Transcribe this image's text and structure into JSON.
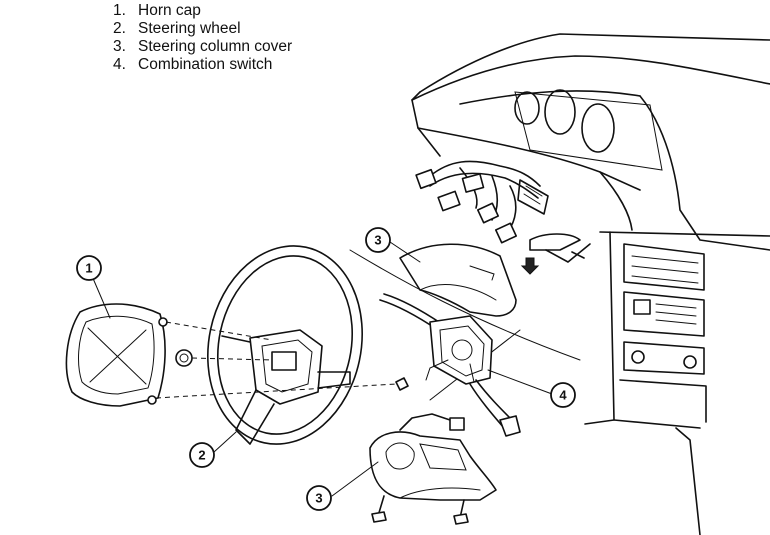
{
  "legend": [
    {
      "num": "1.",
      "label": "Horn cap"
    },
    {
      "num": "2.",
      "label": "Steering wheel"
    },
    {
      "num": "3.",
      "label": "Steering column cover"
    },
    {
      "num": "4.",
      "label": "Combination switch"
    }
  ],
  "callouts": {
    "horn_cap": "1",
    "steering_wheel": "2",
    "column_cover_upper": "3",
    "column_cover_lower": "3",
    "combination_switch": "4"
  }
}
